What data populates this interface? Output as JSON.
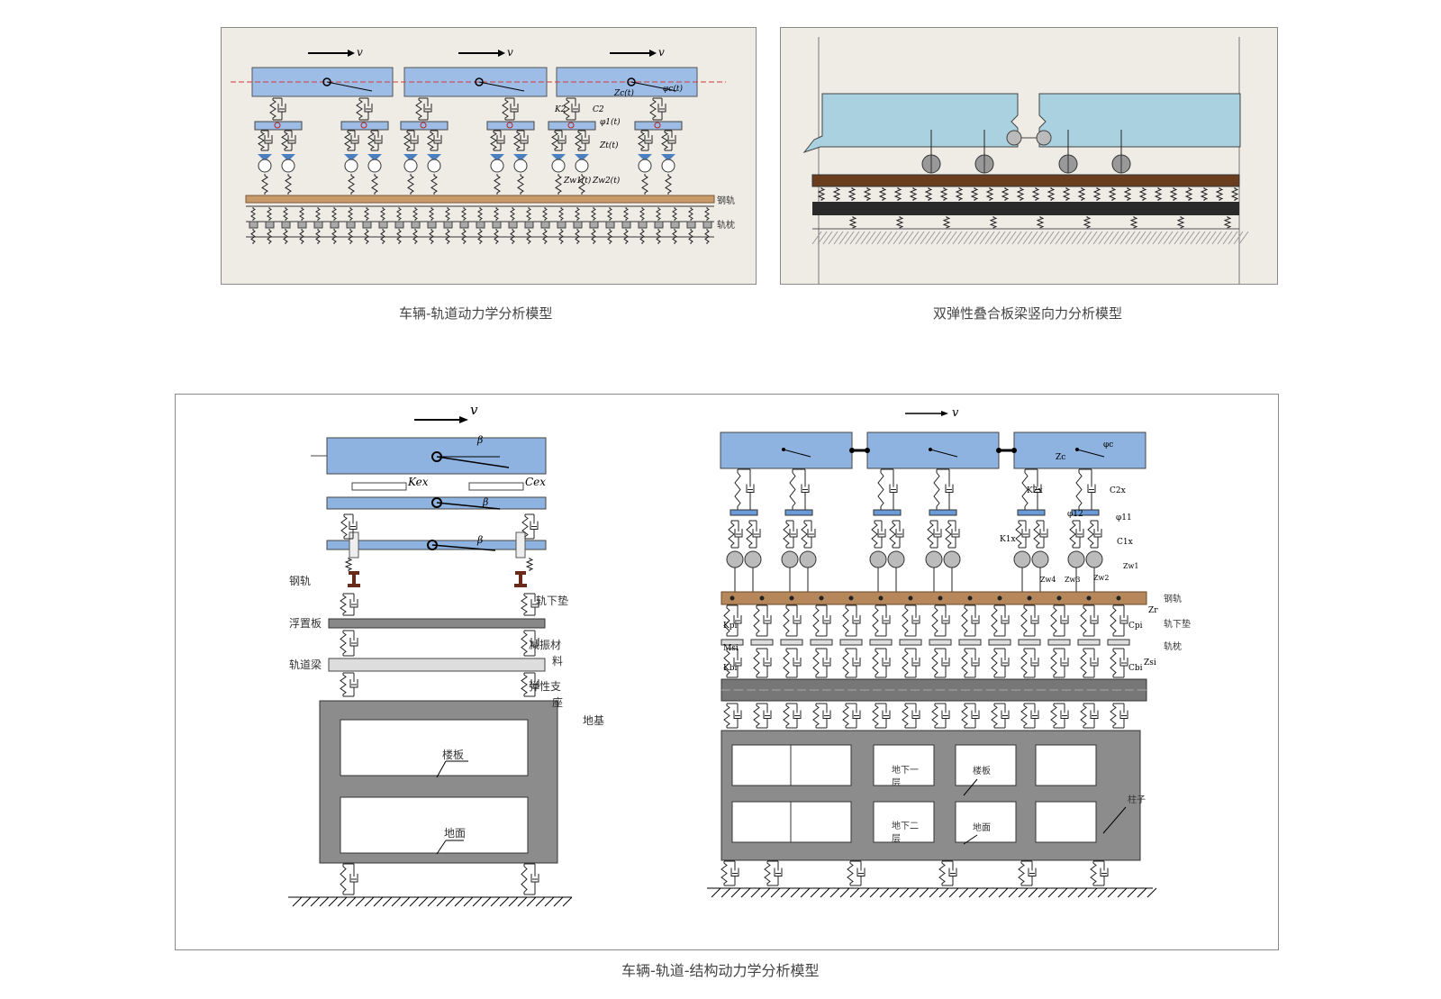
{
  "captions": {
    "vehicle_track": "车辆-轨道动力学分析模型",
    "double_elastic": "双弹性叠合板梁竖向力分析模型",
    "vehicle_track_structure": "车辆-轨道-结构动力学分析模型"
  },
  "panel1": {
    "velocity": "v",
    "symbols": {
      "zc": "Zc(t)",
      "phic": "φc(t)",
      "k2": "K2",
      "c2": "C2",
      "phi1": "φ1(t)",
      "zt": "Zt(t)",
      "zw1": "Zw1(t)",
      "zw2": "Zw2(t)"
    },
    "rail_label": "钢轨",
    "sleeper_label": "轨枕"
  },
  "panel3_left": {
    "velocity": "v",
    "beta": "β",
    "kex": "Kex",
    "cex": "Cex",
    "labels": {
      "rail": "钢轨",
      "pad": "轨下垫",
      "float_slab": "浮置板",
      "damping_line1": "减振材",
      "damping_line2": "料",
      "track_beam": "轨道梁",
      "support_line1": "弹性支",
      "support_line2": "座",
      "foundation": "地基",
      "floor": "楼板",
      "ground": "地面"
    }
  },
  "panel3_right": {
    "velocity": "v",
    "symbols": {
      "zc": "Zc",
      "phic": "φc",
      "k2x": "K2x",
      "c2x": "C2x",
      "phi12": "φ12",
      "phi11": "φ11",
      "k1x": "K1x",
      "c1x": "C1x",
      "zw4": "Zw4",
      "zw3": "Zw3",
      "zw2": "Zw2",
      "zw1": "Zw1",
      "zr": "Zr",
      "kpi": "Kpi",
      "cpi": "Cpi",
      "msi": "Msi",
      "kbi": "Kbi",
      "cbi": "Cbi",
      "zsi": "Zsi"
    },
    "labels": {
      "rail": "钢轨",
      "pad": "轨下垫",
      "sleeper": "轨枕",
      "basement1_line1": "地下一",
      "basement1_line2": "层",
      "basement2_line1": "地下二",
      "basement2_line2": "层",
      "floor": "楼板",
      "ground": "地面",
      "column": "柱子"
    }
  },
  "colors": {
    "car_body": "#9dbde6",
    "rail_brown": "#b5875a",
    "slab_blue": "#a9d1df",
    "dark_brown": "#6a3d1f",
    "structure_gray": "#8c8c8c"
  }
}
